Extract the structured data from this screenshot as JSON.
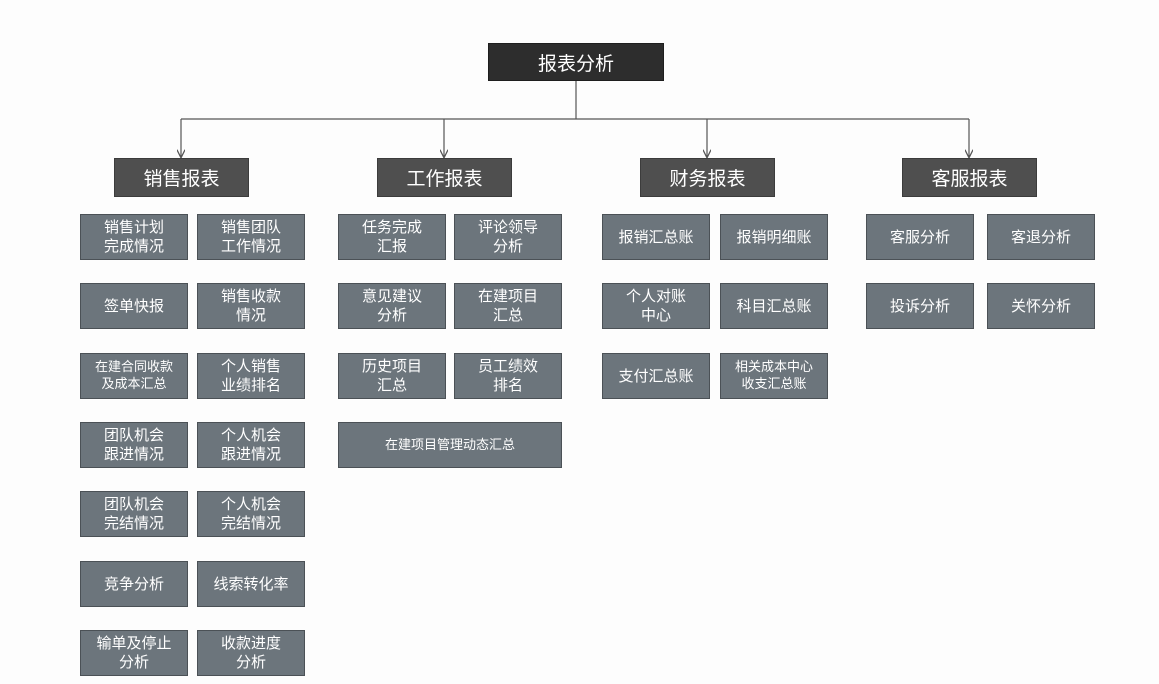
{
  "root": {
    "label": "报表分析"
  },
  "categories": [
    {
      "id": "sales",
      "label": "销售报表",
      "items": [
        "销售计划\n完成情况",
        "销售团队\n工作情况",
        "签单快报",
        "销售收款\n情况",
        "在建合同收款\n及成本汇总",
        "个人销售\n业绩排名",
        "团队机会\n跟进情况",
        "个人机会\n跟进情况",
        "团队机会\n完结情况",
        "个人机会\n完结情况",
        "竞争分析",
        "线索转化率",
        "输单及停止\n分析",
        "收款进度\n分析"
      ]
    },
    {
      "id": "work",
      "label": "工作报表",
      "items": [
        "任务完成\n汇报",
        "评论领导\n分析",
        "意见建议\n分析",
        "在建项目\n汇总",
        "历史项目\n汇总",
        "员工绩效\n排名",
        "在建项目管理动态汇总"
      ]
    },
    {
      "id": "finance",
      "label": "财务报表",
      "items": [
        "报销汇总账",
        "报销明细账",
        "个人对账\n中心",
        "科目汇总账",
        "支付汇总账",
        "相关成本中心\n收支汇总账"
      ]
    },
    {
      "id": "service",
      "label": "客服报表",
      "items": [
        "客服分析",
        "客退分析",
        "投诉分析",
        "关怀分析"
      ]
    }
  ]
}
